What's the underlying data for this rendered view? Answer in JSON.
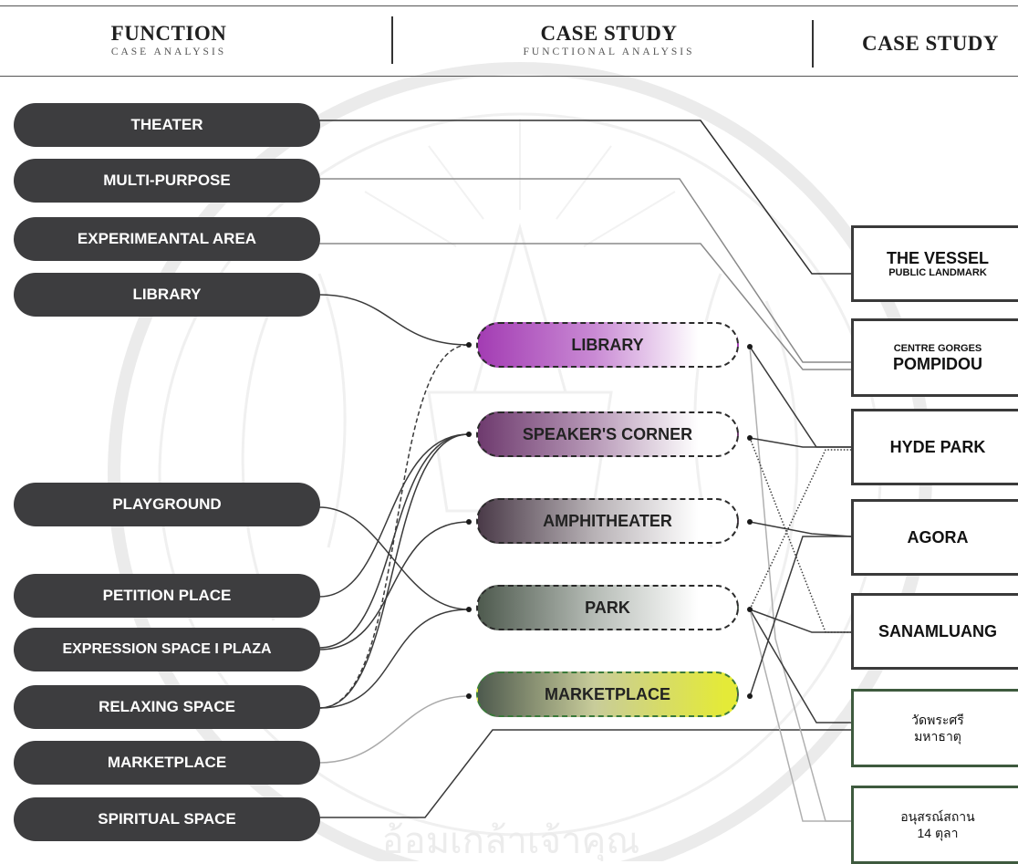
{
  "header": {
    "col1": {
      "title": "FUNCTION",
      "subtitle": "CASE  ANALYSIS"
    },
    "col2": {
      "title": "CASE STUDY",
      "subtitle": "FUNCTIONAL ANALYSIS"
    },
    "col3": {
      "title": "CASE STUDY"
    }
  },
  "functions": [
    "THEATER",
    "MULTI-PURPOSE",
    "EXPERIMEANTAL AREA",
    "LIBRARY",
    "PLAYGROUND",
    "PETITION PLACE",
    "EXPRESSION SPACE I PLAZA",
    "RELAXING SPACE",
    "MARKETPLACE",
    "SPIRITUAL SPACE"
  ],
  "categories": [
    {
      "label": "LIBRARY",
      "color": "#a03cb0"
    },
    {
      "label": "SPEAKER'S CORNER",
      "color": "#6e3a6e"
    },
    {
      "label": "AMPHITHEATER",
      "color": "#4a3a48"
    },
    {
      "label": "PARK",
      "color": "#4e5a4e"
    },
    {
      "label": "MARKETPLACE",
      "color": "#d8de38"
    }
  ],
  "cases": {
    "vessel": {
      "title": "THE VESSEL",
      "subtitle": "PUBLIC LANDMARK"
    },
    "pompidou": {
      "small": "CENTRE GORGES",
      "title": "POMPIDOU"
    },
    "hyde": {
      "title": "HYDE PARK"
    },
    "agora": {
      "title": "AGORA"
    },
    "sanam": {
      "title": "SANAMLUANG"
    },
    "wat": {
      "line1": "วัดพระศรี",
      "line2": "มหาธาตุ"
    },
    "monument": {
      "line1": "อนุสรณ์สถาน",
      "line2": "14 ตุลา"
    }
  },
  "watermark": {
    "text": "ราชมงคลธัญบุรี มหาวิทยาลัยเทคโนโลยี อ้อมเกล้าเจ้าคุณทหาร",
    "color": "#ececec"
  }
}
